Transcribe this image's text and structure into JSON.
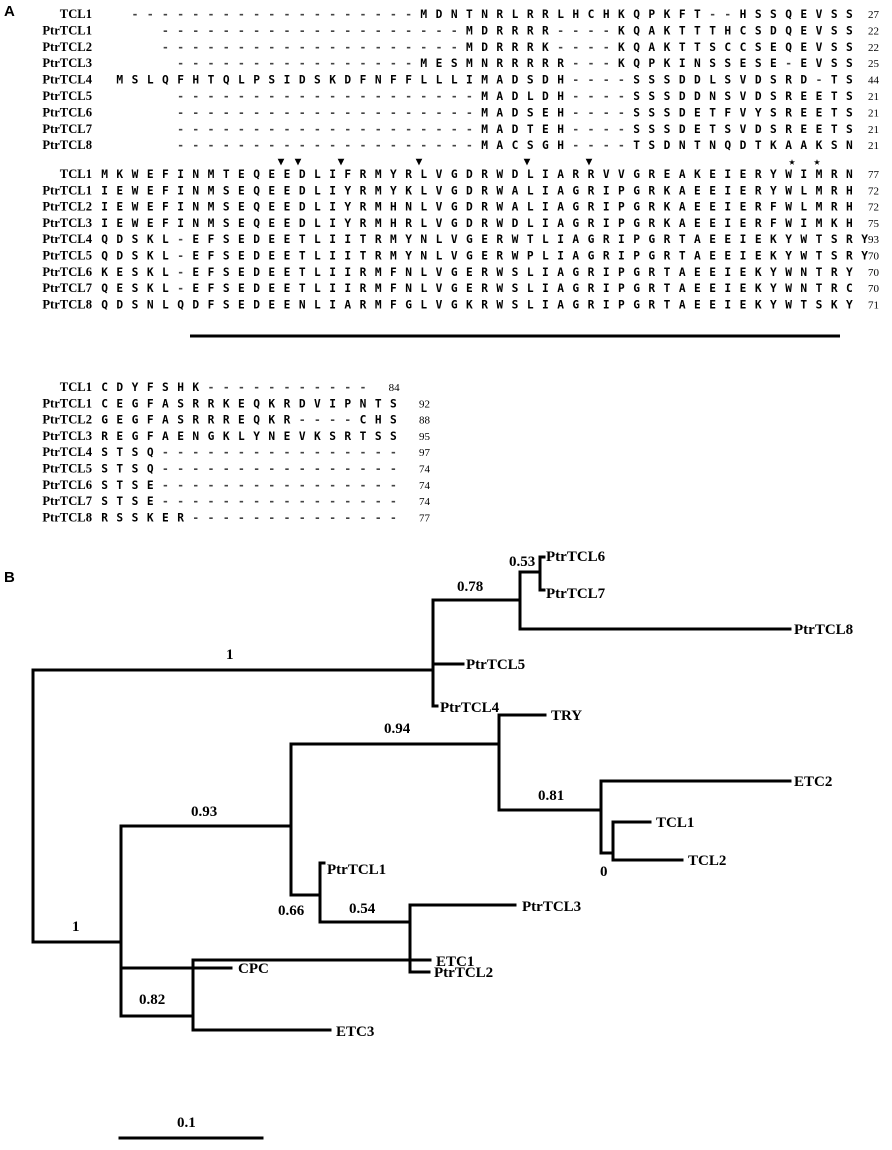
{
  "panel_a": {
    "label": "A",
    "blocks": [
      {
        "rows": [
          {
            "name": "TCL1",
            "seq": "-------------------MDNTNRLRRLHCHKQPKFT--HSSQEVSS",
            "end": "27"
          },
          {
            "name": "PtrTCL1",
            "seq": "--------------------MDRRRR----KQAKTTTHCSDQEVSS",
            "end": "22"
          },
          {
            "name": "PtrTCL2",
            "seq": "--------------------MDRRRK----KQAKTTSCCSEQEVSS",
            "end": "22"
          },
          {
            "name": "PtrTCL3",
            "seq": "----------------MESMNRRRRR---KQPKINSSESE-EVSS",
            "end": "25"
          },
          {
            "name": "PtrTCL4",
            "seq": "MSLQFHTQLPSIDSKDFNFFLLLIMADSDH----SSSDDLSVDSRD-TS",
            "end": "44"
          },
          {
            "name": "PtrTCL5",
            "seq": "--------------------MADLDH----SSSDDNSVDSREETS",
            "end": "21"
          },
          {
            "name": "PtrTCL6",
            "seq": "--------------------MADSEH----SSSDETFVYSREETS",
            "end": "21"
          },
          {
            "name": "PtrTCL7",
            "seq": "--------------------MADTEH----SSSDETSVDSREETS",
            "end": "21"
          },
          {
            "name": "PtrTCL8",
            "seq": "--------------------MACSGH----TSDNTNQDTKAAKSN",
            "end": "21"
          }
        ]
      },
      {
        "rows": [
          {
            "name": "TCL1",
            "seq": "MKWEFINMTEQEEDLIFRMYRLVGDRWDLIARRVVGREAKEIERYWIMRN",
            "end": "77"
          },
          {
            "name": "PtrTCL1",
            "seq": "IEWEFINMSEQEEDLIYRMYKLVGDRWALIAGRIPGRKAEEIERYWLMRH",
            "end": "72"
          },
          {
            "name": "PtrTCL2",
            "seq": "IEWEFINMSEQEEDLIYRMHNLVGDRWALIAGRIPGRKAEEIERFWLMRH",
            "end": "72"
          },
          {
            "name": "PtrTCL3",
            "seq": "IEWEFINMSEQEEDLIYRMHRLVGDRWDLIAGRIPGRKAEEIERFWIMKH",
            "end": "75"
          },
          {
            "name": "PtrTCL4",
            "seq": "QDSKL-EFSEDEETLIITRMYNLVGERWTLIAGRIPGRTAEEIEKYWTSRY",
            "end": "93"
          },
          {
            "name": "PtrTCL5",
            "seq": "QDSKL-EFSEDEETLIITRMYNLVGERWPLIAGRIPGRTAEEIEKYWTSRY",
            "end": "70"
          },
          {
            "name": "PtrTCL6",
            "seq": "KESKL-EFSEDEETLIIRMFNLVGERWSLIAGRIPGRTAEEIEKYWNTRY",
            "end": "70"
          },
          {
            "name": "PtrTCL7",
            "seq": "QESKL-EFSEDEETLIIRMFNLVGERWSLIAGRIPGRTAEEIEKYWNTRC",
            "end": "70"
          },
          {
            "name": "PtrTCL8",
            "seq": "QDSNLQDFSEDEENLIARMFGLVGKRWSLIAGRIPGRTAEEIEKYWTSKY",
            "end": "71"
          }
        ]
      },
      {
        "rows": [
          {
            "name": "TCL1",
            "seq": "CDYFSHK-----------",
            "end": "84"
          },
          {
            "name": "PtrTCL1",
            "seq": "CEGFASRRKEQKRDVIPNTS",
            "end": "92"
          },
          {
            "name": "PtrTCL2",
            "seq": "GEGFASRRREQKR----CHS",
            "end": "88"
          },
          {
            "name": "PtrTCL3",
            "seq": "REGFAENGKLYNEVKSRTSS",
            "end": "95"
          },
          {
            "name": "PtrTCL4",
            "seq": "STSQ----------------",
            "end": "97"
          },
          {
            "name": "PtrTCL5",
            "seq": "STSQ----------------",
            "end": "74"
          },
          {
            "name": "PtrTCL6",
            "seq": "STSE----------------",
            "end": "74"
          },
          {
            "name": "PtrTCL7",
            "seq": "STSE----------------",
            "end": "74"
          },
          {
            "name": "PtrTCL8",
            "seq": "RSSKER--------------",
            "end": "77"
          }
        ]
      }
    ],
    "markers": {
      "triangle": "▼",
      "star": "★"
    }
  },
  "panel_b": {
    "label": "B",
    "leaves": {
      "PtrTCL6": "PtrTCL6",
      "PtrTCL7": "PtrTCL7",
      "PtrTCL8": "PtrTCL8",
      "PtrTCL5": "PtrTCL5",
      "PtrTCL4": "PtrTCL4",
      "TRY": "TRY",
      "ETC2": "ETC2",
      "TCL1": "TCL1",
      "TCL2": "TCL2",
      "PtrTCL1": "PtrTCL1",
      "PtrTCL3": "PtrTCL3",
      "PtrTCL2": "PtrTCL2",
      "CPC": "CPC",
      "ETC1": "ETC1",
      "ETC3": "ETC3"
    },
    "supports": {
      "root": "1",
      "top_clade": "1",
      "tcl4_8": "0.78",
      "tcl6_7": "0.53",
      "main_clade": "0.93",
      "try_clade": "0.94",
      "etc2_clade": "0.81",
      "tcl1_2": "0",
      "ptr_clade": "0.66",
      "ptr2_3": "0.54",
      "etc1_3": "0.82"
    },
    "scale_bar": "0.1"
  }
}
